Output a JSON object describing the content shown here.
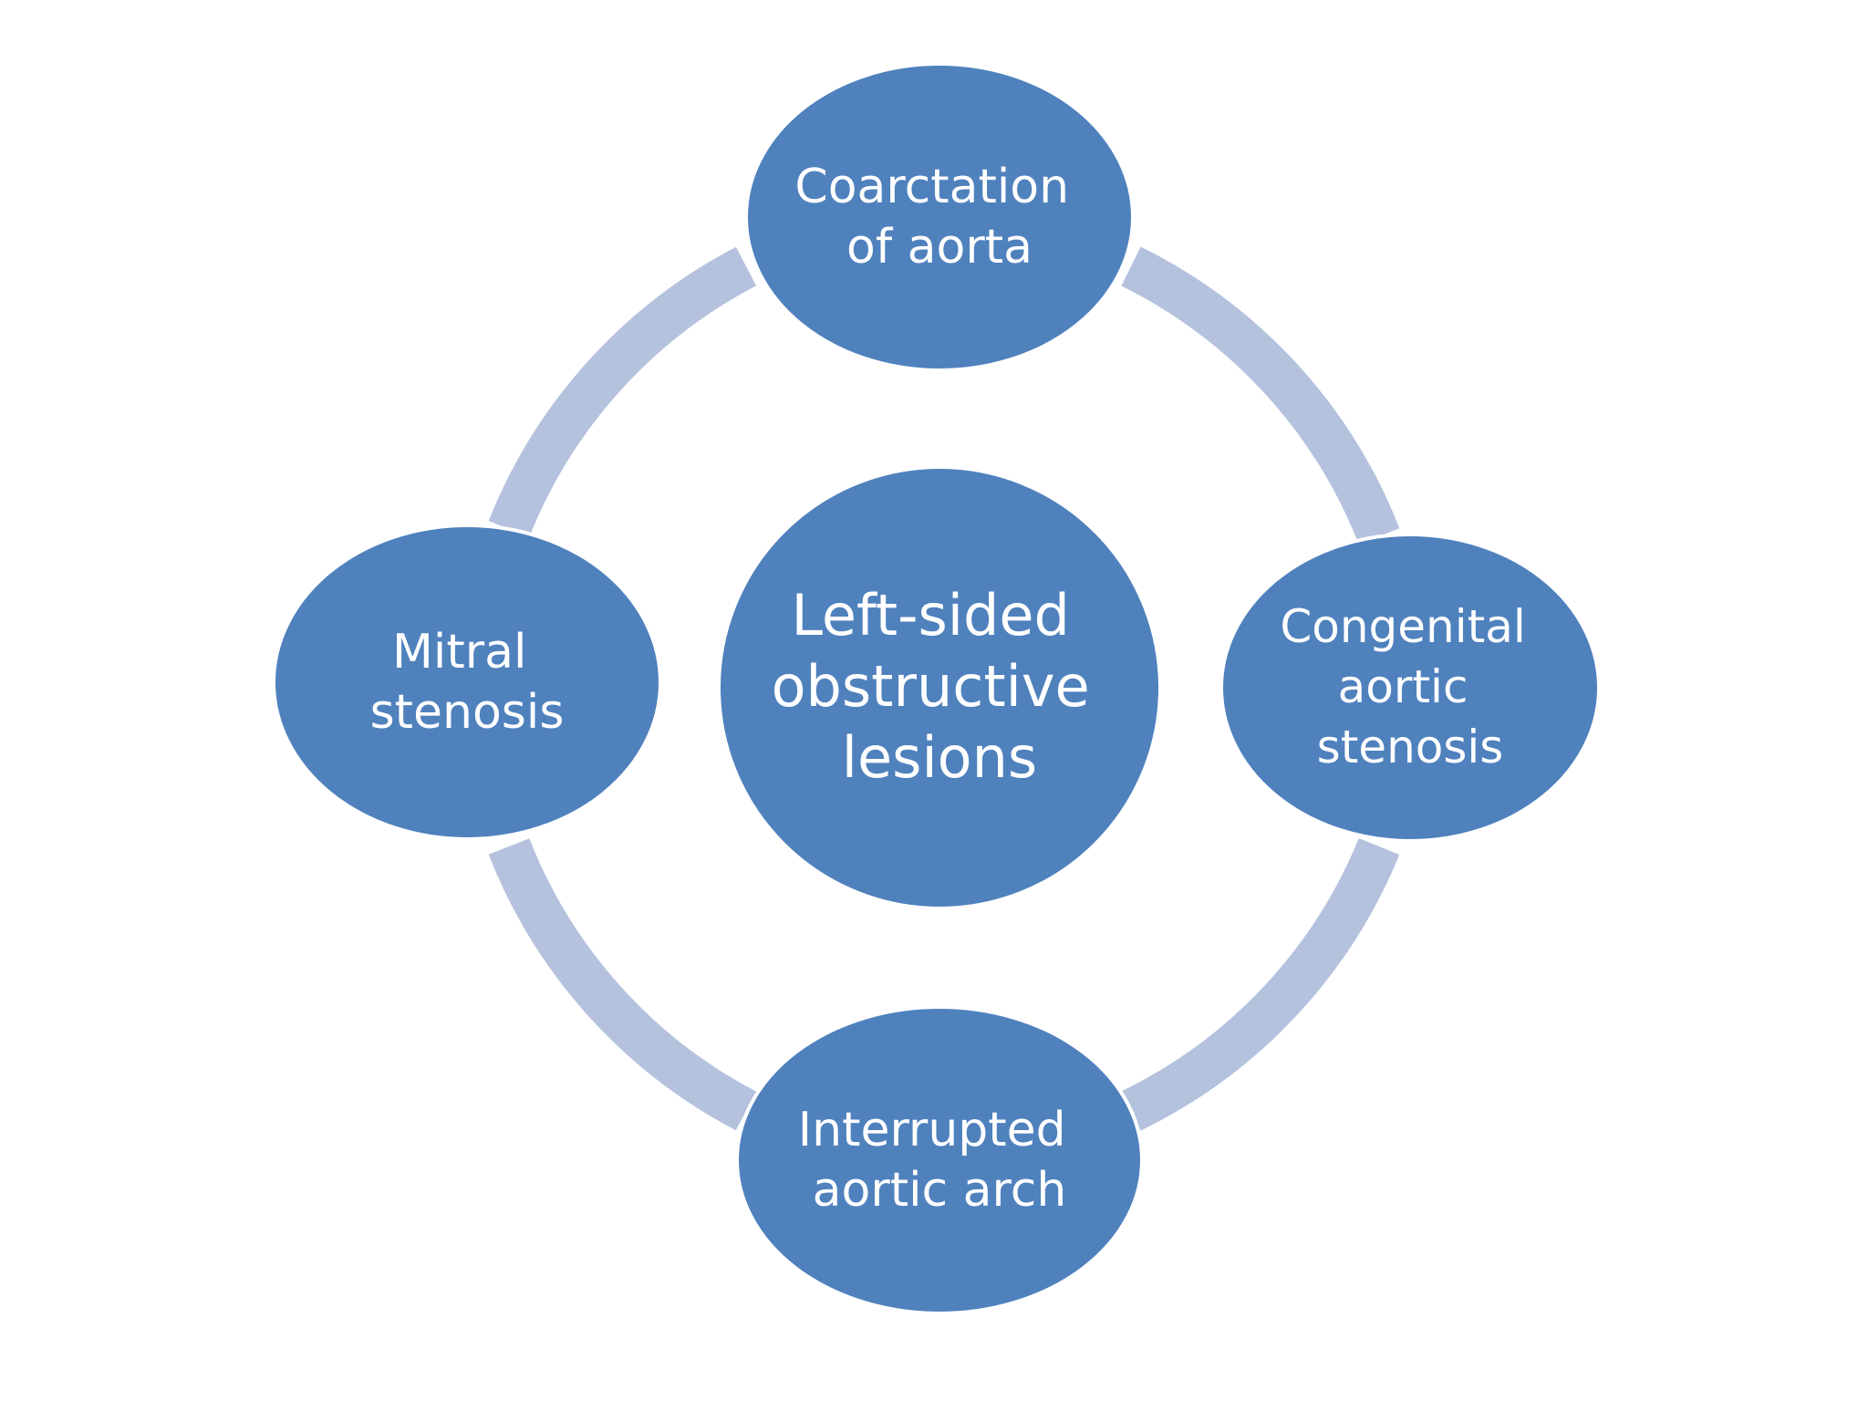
{
  "diagram": {
    "center": {
      "lines": [
        "Left-sided",
        "obstructive",
        "lesions"
      ]
    },
    "nodes": [
      {
        "id": "top",
        "lines": [
          "Coarctation",
          "of aorta"
        ]
      },
      {
        "id": "right",
        "lines": [
          "Congenital",
          "aortic",
          "stenosis"
        ]
      },
      {
        "id": "bottom",
        "lines": [
          "Interrupted",
          "aortic arch"
        ]
      },
      {
        "id": "left",
        "lines": [
          "Mitral",
          "stenosis"
        ]
      }
    ],
    "colors": {
      "node_fill": "#4f81bd",
      "node_stroke": "#ffffff",
      "ring": "#b4c2de",
      "text": "#ffffff"
    }
  }
}
